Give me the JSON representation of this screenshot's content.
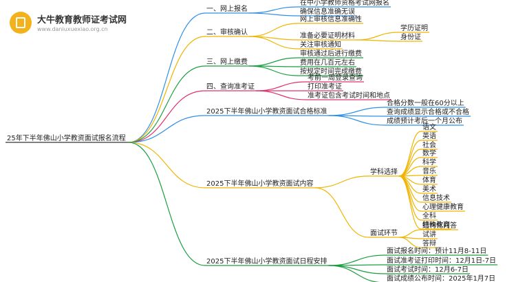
{
  "brand": {
    "name": "大牛教育教师证考试网",
    "url": "www.daniuxuexiao.org.cn"
  },
  "root": "25年下半年佛山小学教资面试报名流程",
  "colors": {
    "line": "#333333",
    "text": "#222222"
  },
  "branches": [
    {
      "label": "一、网上报名",
      "color": "#2f8fe8",
      "children": [
        {
          "label": "在中小学教师资格考试网报名"
        },
        {
          "label": "确保信息准确无误"
        }
      ]
    },
    {
      "label": "二、审核确认",
      "color": "#f0b400",
      "children": [
        {
          "label": "网上审核信息准确性"
        },
        {
          "label": "准备必要证明材料",
          "children": [
            {
              "label": "学历证明"
            },
            {
              "label": "身份证"
            }
          ]
        },
        {
          "label": "关注审核通知"
        }
      ]
    },
    {
      "label": "三、网上缴费",
      "color": "#1a9e3f",
      "children": [
        {
          "label": "审核通过后进行缴费"
        },
        {
          "label": "费用在几百元左右"
        },
        {
          "label": "按规定时间完成缴费"
        }
      ]
    },
    {
      "label": "四、查询准考证",
      "color": "#e0306b",
      "children": [
        {
          "label": "考前一周登录查询"
        },
        {
          "label": "打印准考证"
        },
        {
          "label": "准考证包含考试时间和地点"
        }
      ]
    },
    {
      "label": "2025下半年佛山小学教资面试合格标准",
      "color": "#2f8fe8",
      "children": [
        {
          "label": "合格分数一般在60分以上"
        },
        {
          "label": "查询成绩显示合格或不合格"
        },
        {
          "label": "成绩预计考后一个月公布"
        }
      ]
    },
    {
      "label": "2025下半年佛山小学教资面试内容",
      "color": "#f0b400",
      "children": [
        {
          "label": "学科选择",
          "children": [
            {
              "label": "语文"
            },
            {
              "label": "英语"
            },
            {
              "label": "社会"
            },
            {
              "label": "数学"
            },
            {
              "label": "科学"
            },
            {
              "label": "音乐"
            },
            {
              "label": "体育"
            },
            {
              "label": "美术"
            },
            {
              "label": "信息技术"
            },
            {
              "label": "心理健康教育"
            },
            {
              "label": "全科"
            },
            {
              "label": "特殊教育"
            }
          ]
        },
        {
          "label": "面试环节",
          "children": [
            {
              "label": "结构化问答"
            },
            {
              "label": "试讲"
            },
            {
              "label": "答辩"
            }
          ]
        }
      ]
    },
    {
      "label": "2025下半年佛山小学教资面试日程安排",
      "color": "#1a9e3f",
      "children": [
        {
          "label": "面试报名时间：预计11月8-11日"
        },
        {
          "label": "面试准考证打印时间：12月1日-7日"
        },
        {
          "label": "面试考试时间：12月6-7日"
        },
        {
          "label": "面试成绩公布时间：2025年1月7日"
        }
      ]
    }
  ]
}
